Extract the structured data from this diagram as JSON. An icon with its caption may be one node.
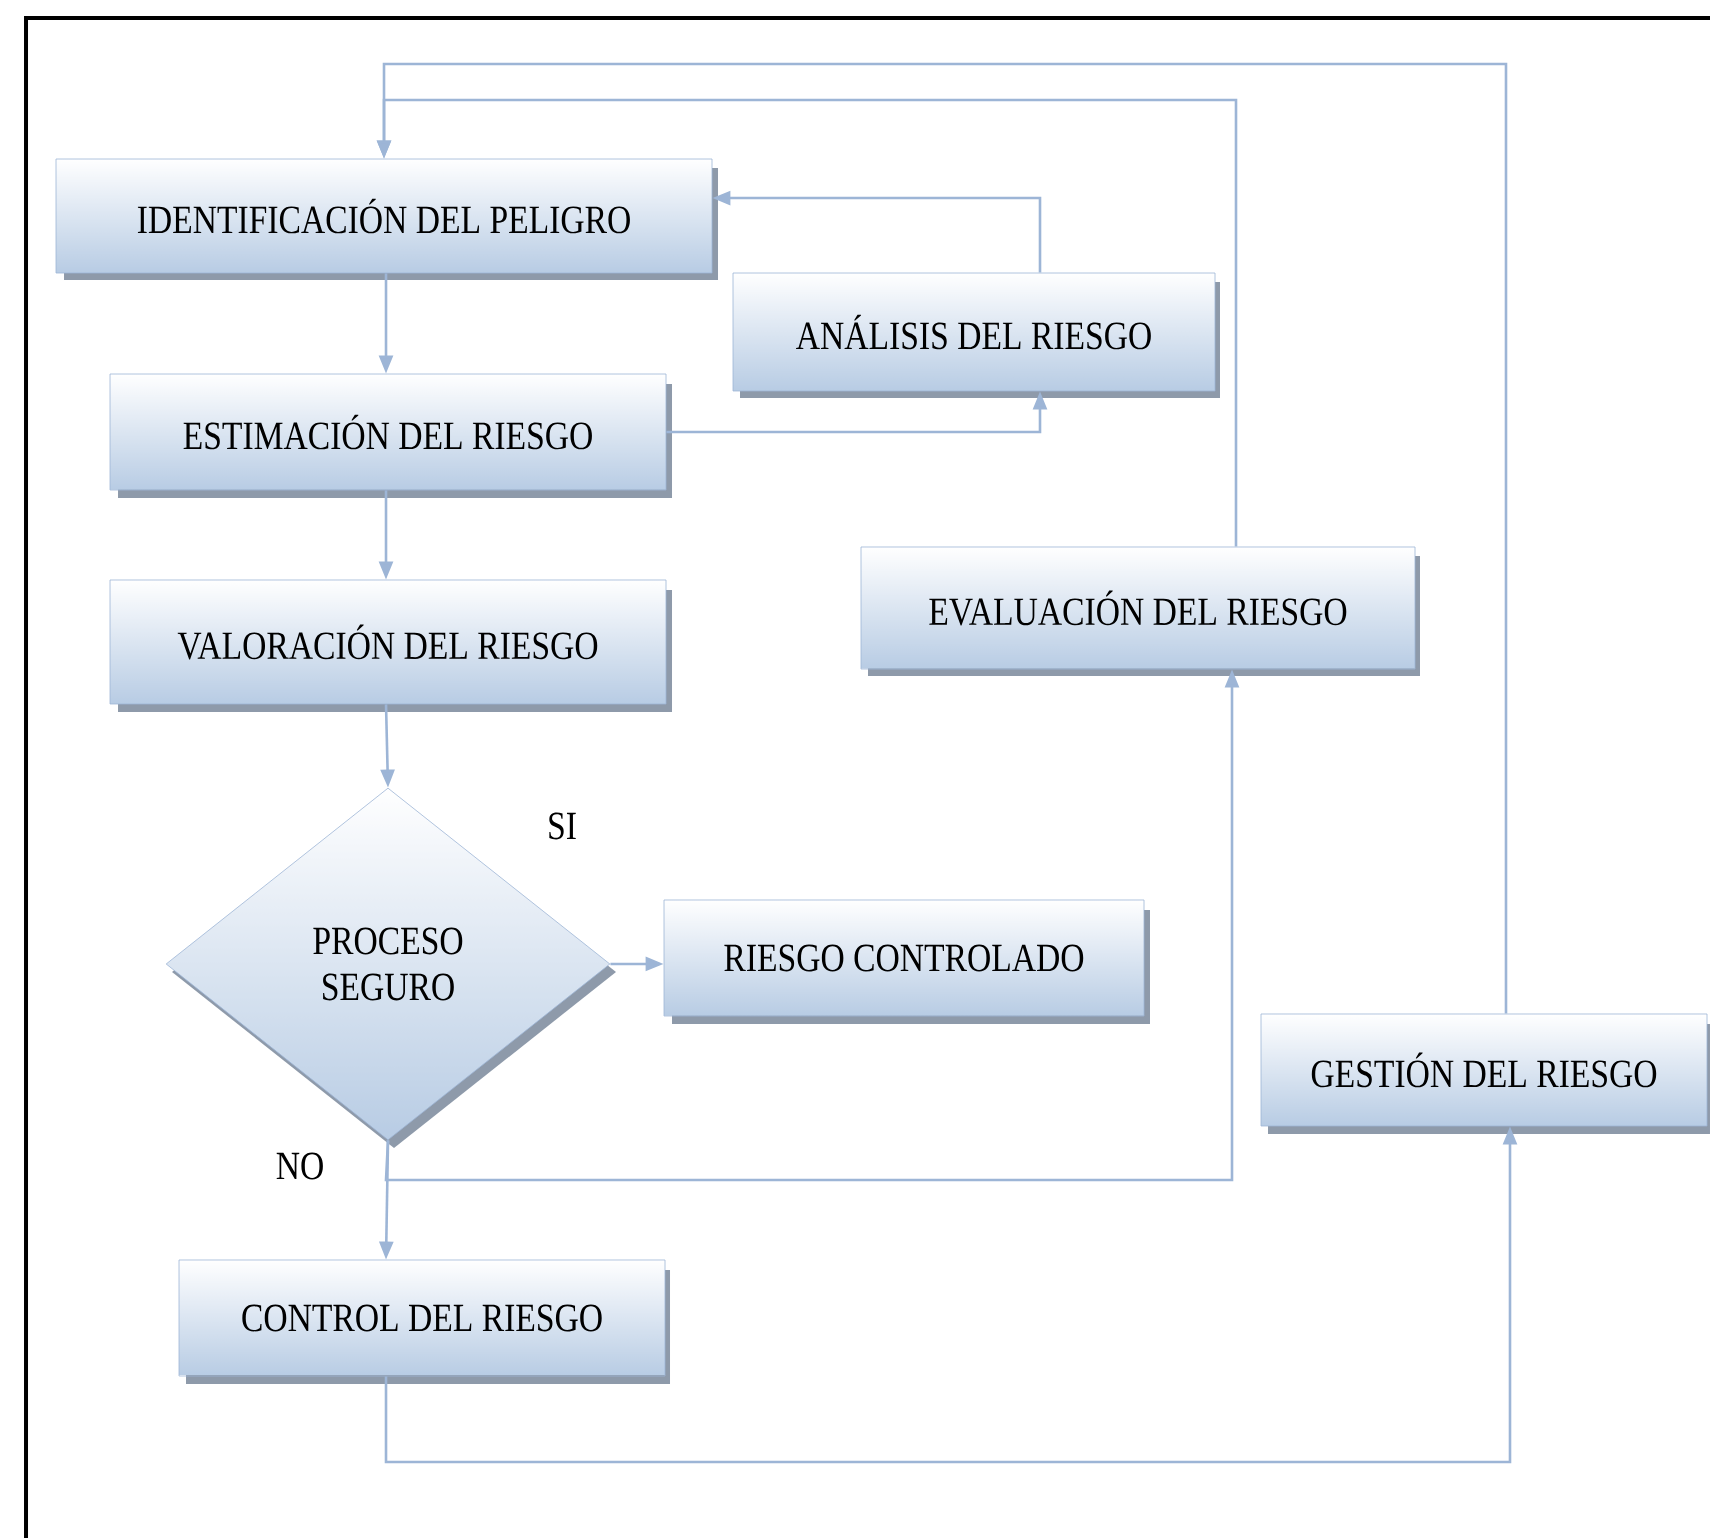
{
  "diagram": {
    "nodes": [
      {
        "text": [
          "IDENTIFICACIÓN DEL PELIGRO"
        ]
      },
      {
        "text": [
          "ANÁLISIS DEL RIESGO"
        ]
      },
      {
        "text": [
          "ESTIMACIÓN DEL RIESGO"
        ]
      },
      {
        "text": [
          "EVALUACIÓN DEL RIESGO"
        ]
      },
      {
        "text": [
          "VALORACIÓN DEL RIESGO"
        ]
      },
      {
        "text": [
          "PROCESO SEGURO"
        ]
      },
      {
        "text": [
          "RIESGO CONTROLADO"
        ]
      },
      {
        "text": [
          "GESTIÓN DEL RIESGO"
        ]
      },
      {
        "text": [
          "CONTROL DEL RIESGO"
        ]
      }
    ],
    "edges": [
      {
        "from": 0,
        "to": 2,
        "arrow": "to"
      },
      {
        "from": 2,
        "to": 1,
        "arrow": "to"
      },
      {
        "from": 1,
        "to": 0,
        "arrow": "to"
      },
      {
        "from": 2,
        "to": 4,
        "arrow": "to"
      },
      {
        "from": 4,
        "to": 5,
        "arrow": "to"
      },
      {
        "from": 5,
        "to": 6,
        "arrow": "to",
        "label": "SI"
      },
      {
        "from": 5,
        "to": 8,
        "arrow": "to",
        "label": "NO"
      },
      {
        "from": 5,
        "to": 3,
        "arrow": "to"
      },
      {
        "from": 8,
        "to": 7,
        "arrow": "to"
      },
      {
        "from": 3,
        "to": 0,
        "arrow": "to"
      },
      {
        "from": 7,
        "to": 0,
        "arrow": "to"
      }
    ]
  }
}
